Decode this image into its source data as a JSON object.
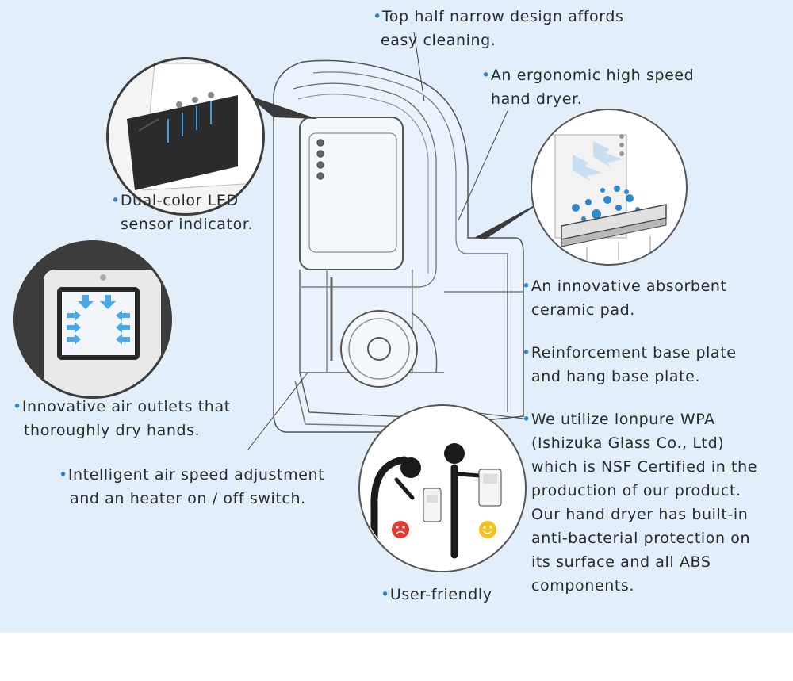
{
  "colors": {
    "background_panel": "#e2effa",
    "bullet": "#2f86c8",
    "text": "#2a2a2a",
    "arrow_blue": "#4aa8e6",
    "face_sad": "#e23a2e",
    "face_happy": "#f4c21a"
  },
  "bullet_char": "•",
  "callouts": {
    "top_half": {
      "lines": [
        "Top half narrow design affords",
        "easy cleaning."
      ]
    },
    "ergonomic": {
      "lines": [
        "An ergonomic high speed",
        "hand dryer."
      ]
    },
    "led_sensor": {
      "lines": [
        "Dual-color LED",
        "sensor indicator."
      ]
    },
    "ceramic_pad": {
      "lines": [
        "An innovative absorbent",
        "ceramic pad."
      ]
    },
    "base_plate": {
      "lines": [
        "Reinforcement base plate",
        "and hang base plate."
      ]
    },
    "air_outlets": {
      "lines": [
        "Innovative air outlets that",
        "thoroughly dry hands."
      ]
    },
    "air_speed": {
      "lines": [
        "Intelligent air speed adjustment",
        "and an heater on / off switch."
      ]
    },
    "antibacterial": {
      "lines": [
        "We utilize lonpure WPA",
        "(Ishizuka Glass Co., Ltd)",
        "which is NSF Certified in the",
        "production of our product.",
        "Our hand dryer has built-in",
        "anti-bacterial protection on",
        "its surface and all ABS",
        "components."
      ]
    },
    "user_friendly": {
      "lines": [
        "User-friendly"
      ]
    }
  },
  "icons": {
    "dryer": "hand-dryer-illustration",
    "led": "led-sensor-icon",
    "outlets": "air-outlet-arrows-icon",
    "pad": "ceramic-pad-icon",
    "users": "user-friendly-figures-icon",
    "sad": "sad-face-icon",
    "happy": "happy-face-icon"
  }
}
